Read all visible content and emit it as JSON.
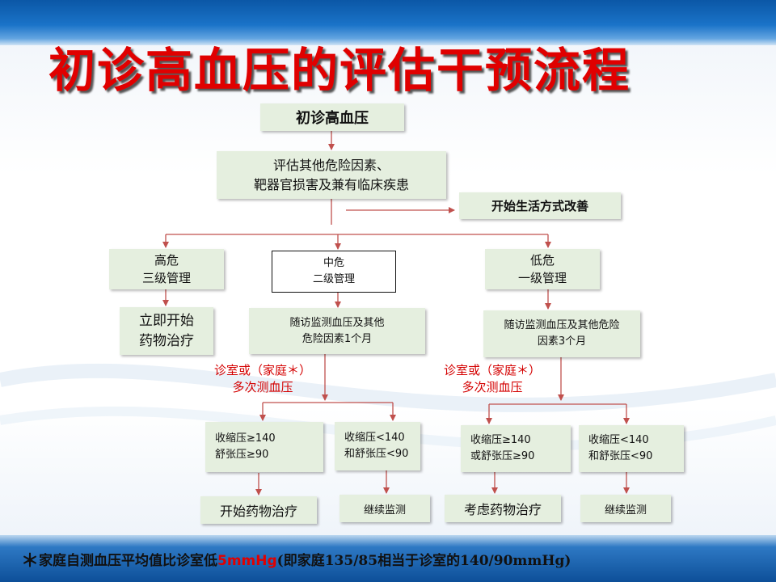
{
  "title": "初诊高血压的评估干预流程",
  "boxes": {
    "start": "初诊高血压",
    "assess": [
      "评估其他危险因素、",
      "靶器官损害及兼有临床疾患"
    ],
    "lifestyle": "开始生活方式改善",
    "high": [
      "高危",
      "三级管理"
    ],
    "mid": [
      "中危",
      "二级管理"
    ],
    "low": [
      "低危",
      "一级管理"
    ],
    "high_treat": [
      "立即开始",
      "药物治疗"
    ],
    "mid_follow": [
      "随访监测血压及其他",
      "危险因素1个月"
    ],
    "low_follow": [
      "随访监测血压及其他危险",
      "因素3个月"
    ],
    "mid_measure": [
      "诊室或（家庭＊）",
      "多次测血压"
    ],
    "low_measure": [
      "诊室或（家庭＊）",
      "多次测血压"
    ],
    "mid_high_bp": [
      "收缩压≥140",
      "舒张压≥90"
    ],
    "mid_ok_bp": [
      "收缩压<140",
      "和舒张压<90"
    ],
    "low_high_bp": [
      "收缩压≥140",
      "或舒张压≥90"
    ],
    "low_ok_bp": [
      "收缩压<140",
      "和舒张压<90"
    ],
    "mid_treat": "开始药物治疗",
    "mid_continue": "继续监测",
    "low_treat": "考虑药物治疗",
    "low_continue": "继续监测"
  },
  "footnote": {
    "star": "＊",
    "prefix": "家庭自测血压平均值比诊室低",
    "highlight": "5mmHg",
    "suffix": "(即家庭135/85相当于诊室的140/90mmHg)"
  },
  "colors": {
    "title": "#e00000",
    "box_fill": "#e5efdf",
    "arrow": "#c0504d",
    "label_red": "#d40000",
    "band_blue": "#0d4f99"
  }
}
